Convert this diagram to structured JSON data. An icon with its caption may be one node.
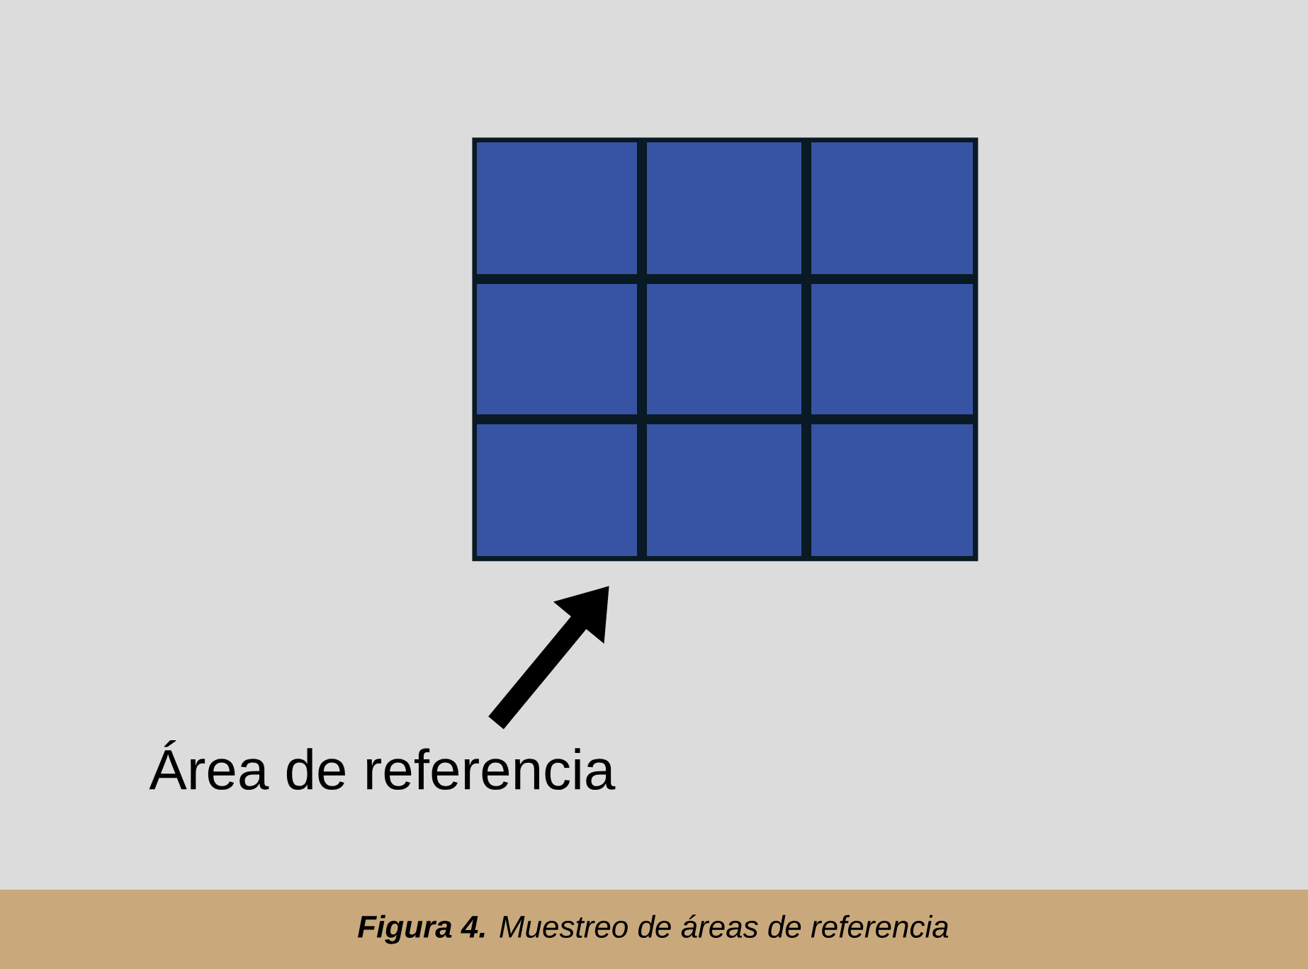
{
  "diagram": {
    "caption": "**Figura 4.** Muestreo de áreas de referencia",
    "nodes": [
      {
        "text": [
          "Área de referencia"
        ]
      },
      {
        "text": [],
        "shape": "box"
      }
    ],
    "edges": [
      {
        "from": 0,
        "to": 1,
        "arrow": "to"
      }
    ]
  }
}
